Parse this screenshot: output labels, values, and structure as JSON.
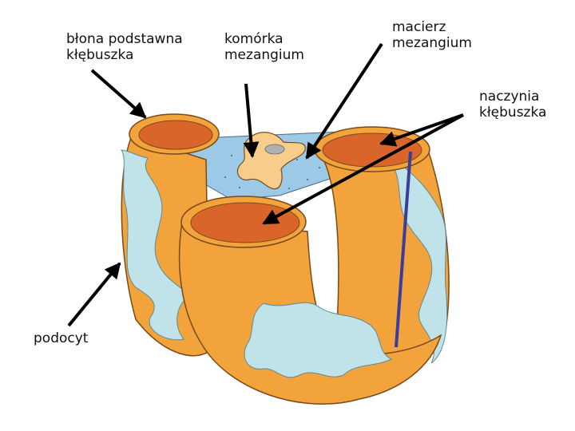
{
  "labels": {
    "basement_membrane": "błona podstawna\nkłębuszka",
    "mesangial_cell": "komórka\nmezangium",
    "mesangial_matrix": "macierz\nmezangium",
    "capillaries": "naczynia\nkłębuszka",
    "podocyte": "podocyt"
  },
  "colors": {
    "capillary_wall": "#f2a33c",
    "capillary_lumen": "#d9652a",
    "podocyte": "#bfe3e8",
    "mesangial_matrix": "#9cc9e6",
    "mesangial_cell": "#f8cc8a",
    "arrow": "#000000",
    "marker_line": "#3b3d9a"
  }
}
